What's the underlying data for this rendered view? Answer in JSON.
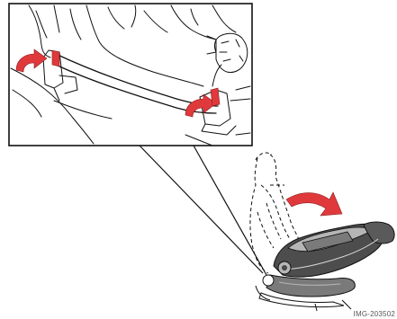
{
  "figure": {
    "image_id": "IMG-203502"
  },
  "colors": {
    "line": "#111111",
    "arrow": "#e0393c",
    "seat_dark": "#4d4d4d",
    "seat_mid": "#7a7a7a",
    "seat_light": "#b5b5b5",
    "background": "#ffffff"
  },
  "icons": {
    "release_arrow": "curved-red-arrow",
    "fold_arrow": "curved-red-arrow"
  }
}
